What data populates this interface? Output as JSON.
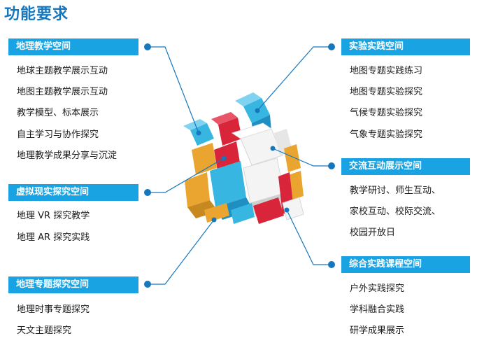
{
  "page_title": "功能要求",
  "left_sections": [
    {
      "header": "地理教学空间",
      "items": [
        "地球主题教学展示互动",
        "地图主题教学展示互动",
        "教学模型、标本展示",
        "自主学习与协作探究",
        "地理教学成果分享与沉淀"
      ]
    },
    {
      "header": "虚拟现实探究空间",
      "items": [
        "地理 VR 探究教学",
        "地理 AR 探究实践"
      ]
    },
    {
      "header": "地理专题探究空间",
      "items": [
        "地理时事专题探究",
        "天文主题探究"
      ]
    }
  ],
  "right_sections": [
    {
      "header": "实验实践空间",
      "items": [
        "地图专题实践练习",
        "地图专题实验探究",
        "气候专题实验探究",
        "气象专题实验探究"
      ]
    },
    {
      "header": "交流互动展示空间",
      "items": [
        "教学研讨、师生互动、",
        "家校互动、校际交流、",
        "校园开放日"
      ]
    },
    {
      "header": "综合实践课程空间",
      "items": [
        "户外实践探究",
        "学科融合实践",
        "研学成果展示"
      ]
    }
  ],
  "colors": {
    "title": "#1677bd",
    "header_bg": "#1aa3e3",
    "connector": "#1677bd",
    "cube_blue": "#36b6e0",
    "cube_red": "#d9253a",
    "cube_orange": "#eaa530",
    "cube_white": "#f2f2f2"
  }
}
